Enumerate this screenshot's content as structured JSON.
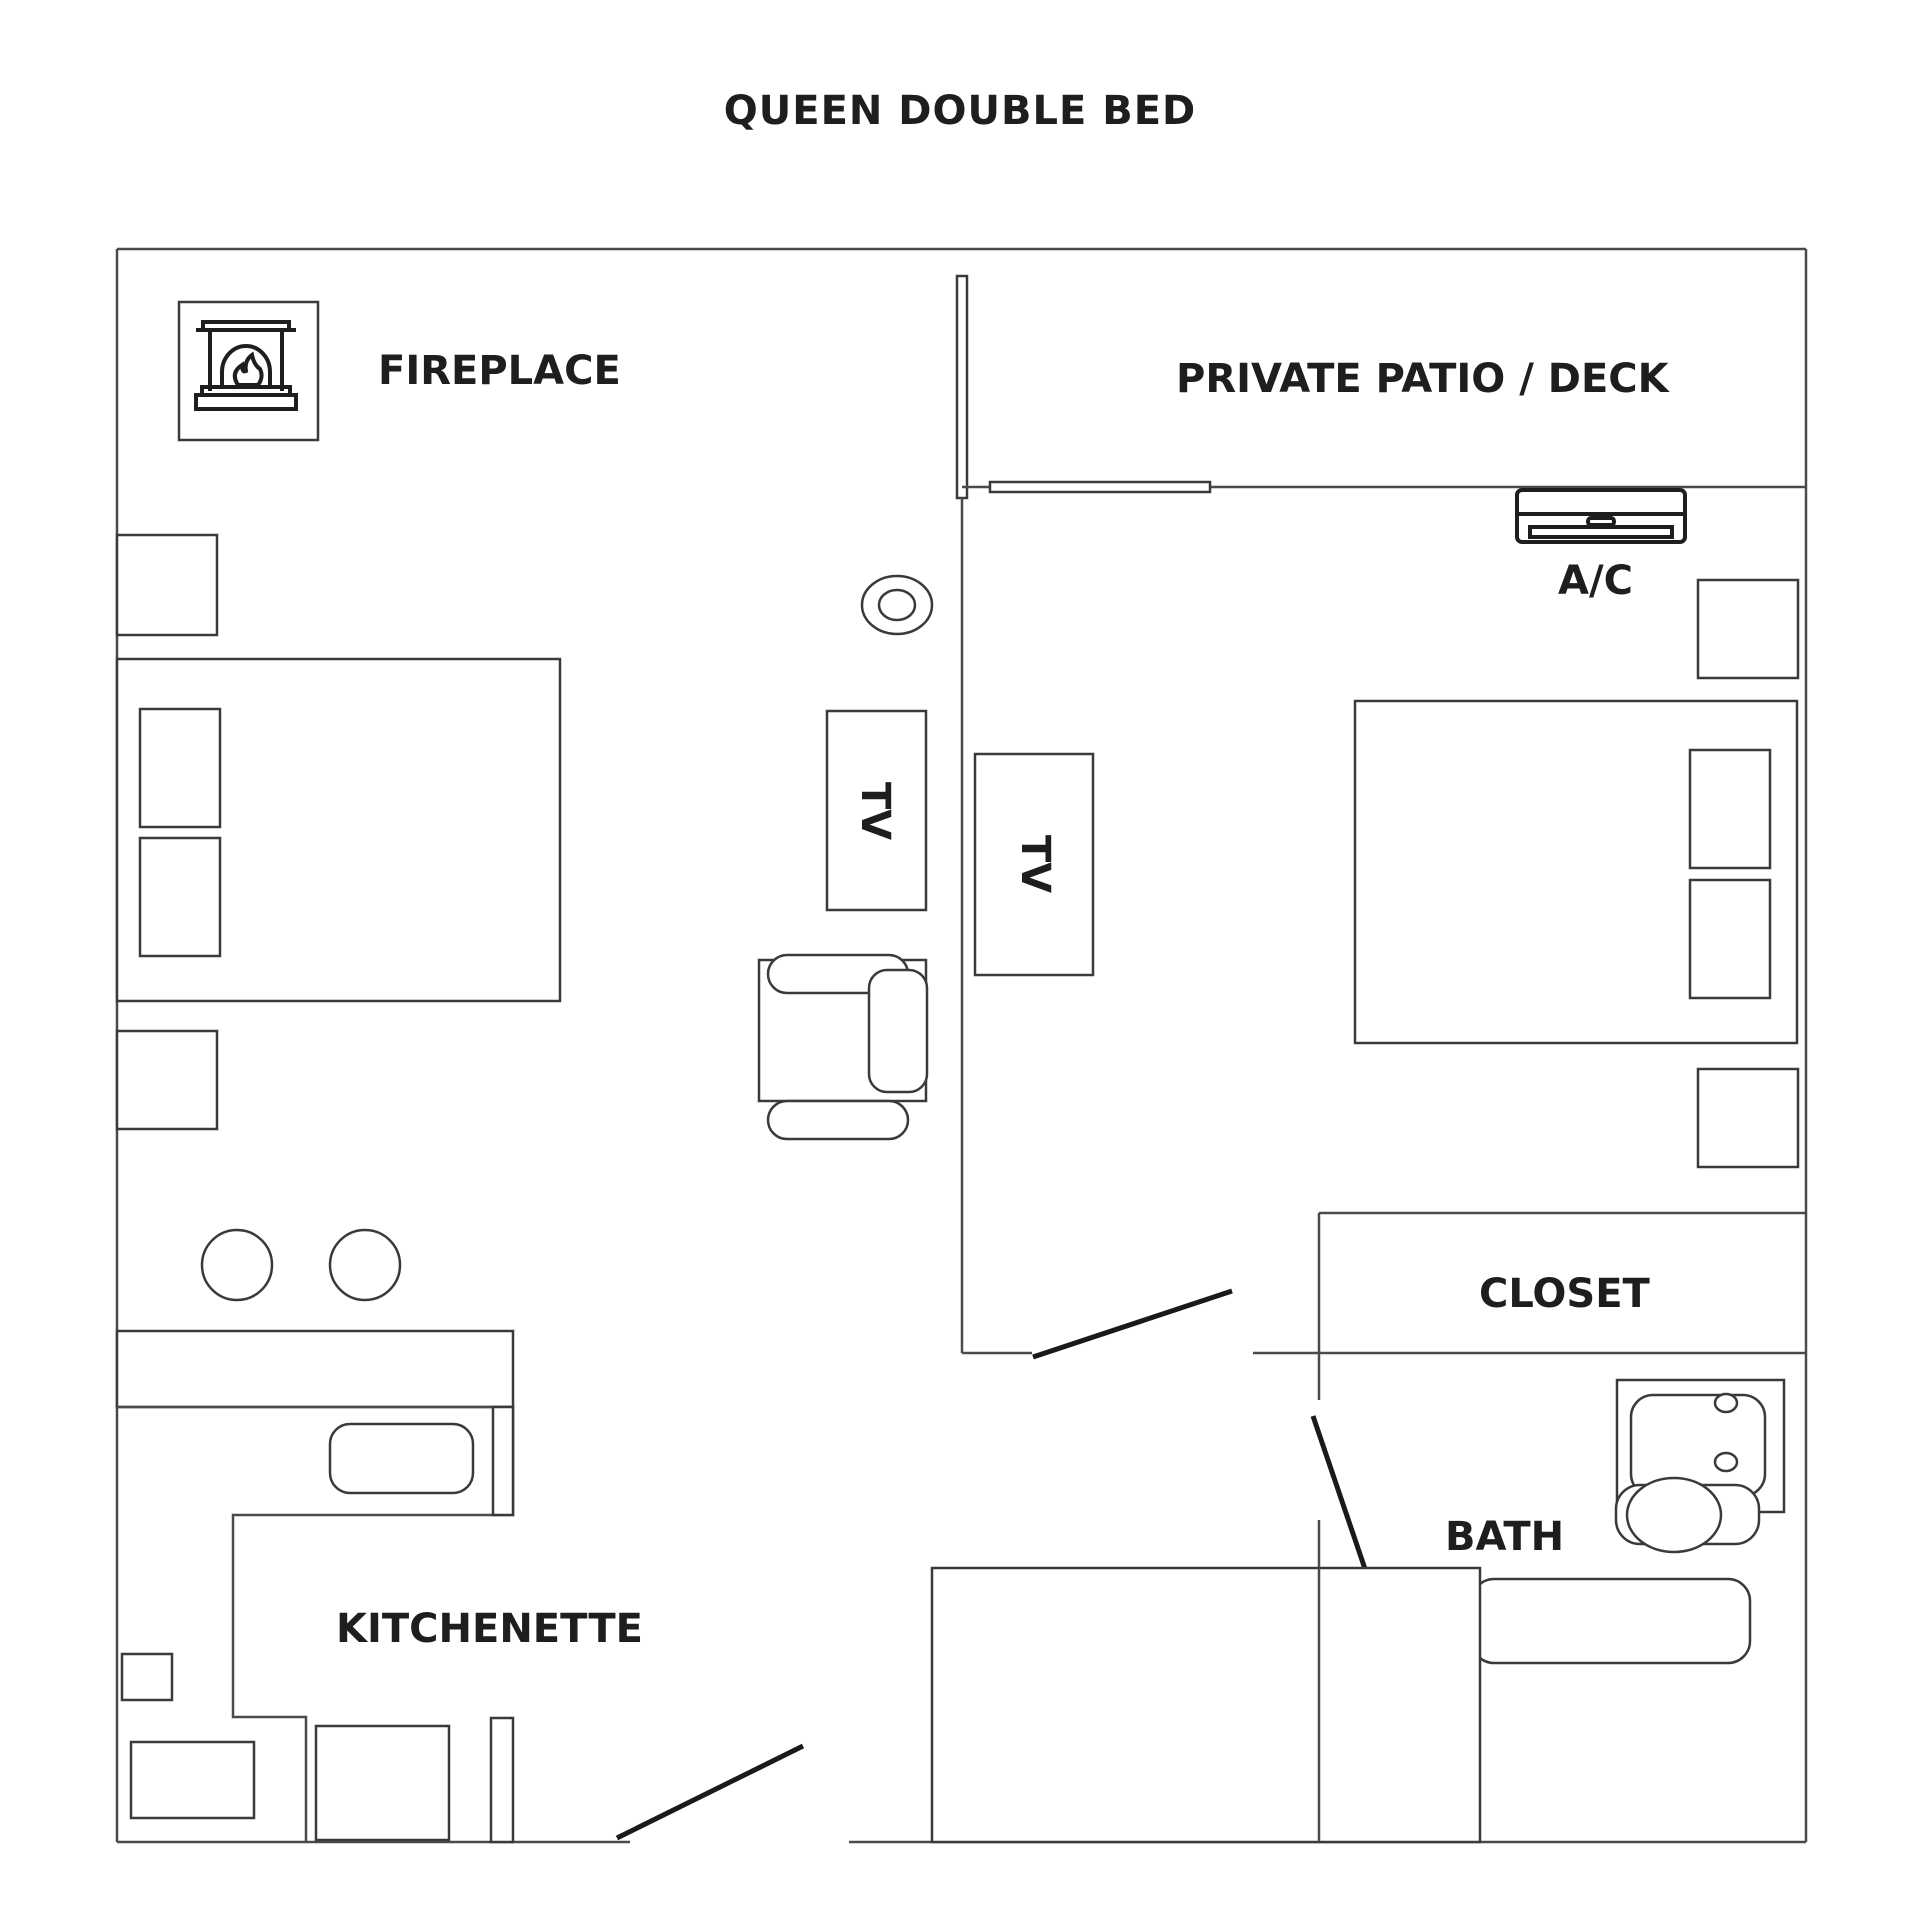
{
  "title": "QUEEN DOUBLE BED",
  "rooms": {
    "fireplace": "FIREPLACE",
    "patio": "PRIVATE PATIO / DECK",
    "ac": "A/C",
    "tv_left": "TV",
    "tv_right": "TV",
    "closet": "CLOSET",
    "bath": "BATH",
    "kitchenette": "KITCHENETTE"
  },
  "colors": {
    "wall": "#4a4a4a",
    "text": "#1e1e1e",
    "background": "#ffffff"
  }
}
